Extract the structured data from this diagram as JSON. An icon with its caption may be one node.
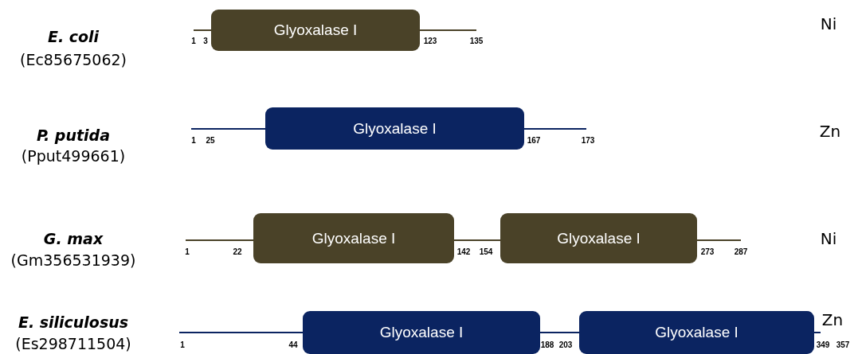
{
  "diagram": {
    "nodes": [
      {
        "text": [
          "Glyoxalase I"
        ]
      },
      {
        "text": [
          "Glyoxalase I"
        ]
      },
      {
        "text": [
          "Glyoxalase I"
        ]
      },
      {
        "text": [
          "Glyoxalase I"
        ]
      },
      {
        "text": [
          "Glyoxalase I"
        ]
      },
      {
        "text": [
          "Glyoxalase I"
        ]
      }
    ],
    "labels": [
      "E. coli",
      "(Ec85675062)",
      "1",
      "3",
      "123",
      "135",
      "Ni",
      "P. putida",
      "(Pput499661)",
      "1",
      "25",
      "167",
      "173",
      "Zn",
      "G. max",
      "(Gm356531939)",
      "1",
      "22",
      "142",
      "154",
      "273",
      "287",
      "Ni",
      "E. siliculosus",
      "(Es298711504)",
      "1",
      "44",
      "188",
      "203",
      "349",
      "357",
      "Zn"
    ]
  }
}
